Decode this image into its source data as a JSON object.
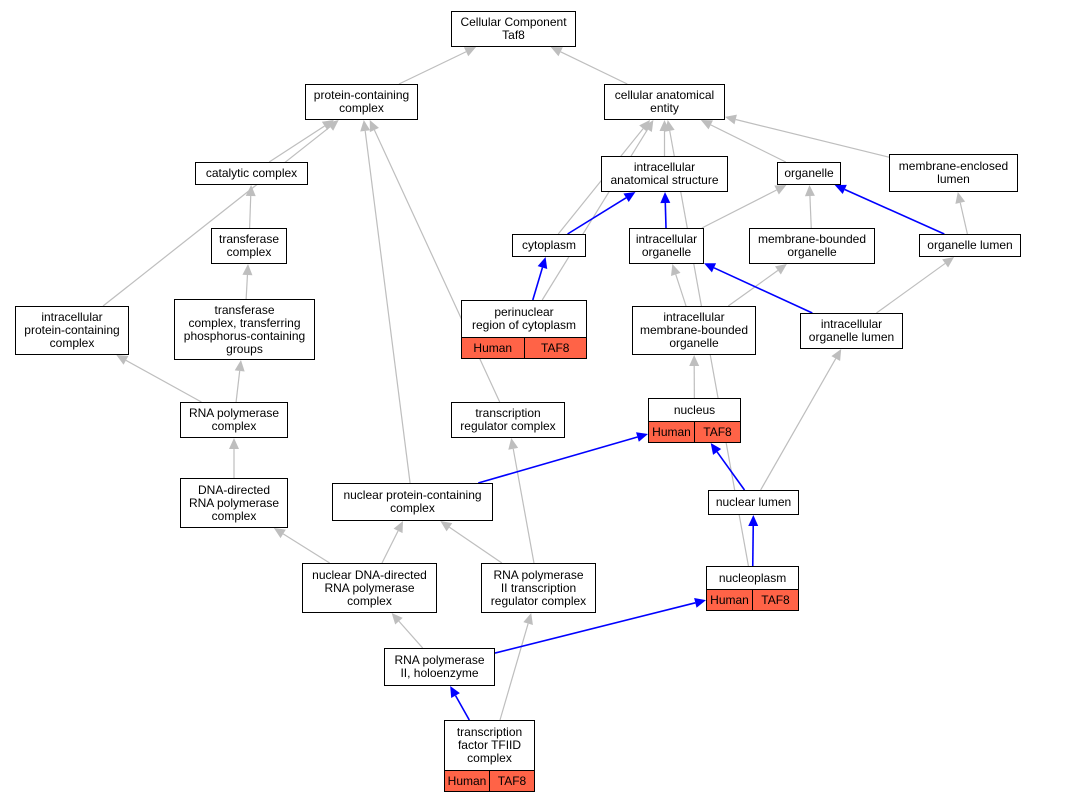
{
  "colors": {
    "edge_default": "#bebebe",
    "edge_highlight": "#0000ff",
    "annotation_fill": "#ff6347",
    "node_border": "#000000"
  },
  "nodes": {
    "root": {
      "lines": [
        "Cellular Component",
        "Taf8"
      ]
    },
    "protein_containing_complex": {
      "lines": [
        "protein-containing",
        "complex"
      ]
    },
    "cellular_anatomical_entity": {
      "lines": [
        "cellular anatomical",
        "entity"
      ]
    },
    "catalytic_complex": {
      "lines": [
        "catalytic complex"
      ]
    },
    "intracellular_anatomical_structure": {
      "lines": [
        "intracellular",
        "anatomical structure"
      ]
    },
    "organelle": {
      "lines": [
        "organelle"
      ]
    },
    "membrane_enclosed_lumen": {
      "lines": [
        "membrane-enclosed",
        "lumen"
      ]
    },
    "transferase_complex": {
      "lines": [
        "transferase",
        "complex"
      ]
    },
    "cytoplasm": {
      "lines": [
        "cytoplasm"
      ]
    },
    "intracellular_organelle": {
      "lines": [
        "intracellular",
        "organelle"
      ]
    },
    "membrane_bounded_organelle": {
      "lines": [
        "membrane-bounded",
        "organelle"
      ]
    },
    "organelle_lumen": {
      "lines": [
        "organelle lumen"
      ]
    },
    "transferase_complex_phospho": {
      "lines": [
        "transferase",
        "complex, transferring",
        "phosphorus-containing",
        "groups"
      ]
    },
    "intracellular_protein_containing_complex": {
      "lines": [
        "intracellular",
        "protein-containing",
        "complex"
      ]
    },
    "perinuclear_region": {
      "lines": [
        "perinuclear",
        "region of cytoplasm"
      ],
      "annotation": [
        "Human",
        "TAF8"
      ]
    },
    "intracellular_membrane_bounded_organelle": {
      "lines": [
        "intracellular",
        "membrane-bounded",
        "organelle"
      ]
    },
    "intracellular_organelle_lumen": {
      "lines": [
        "intracellular",
        "organelle lumen"
      ]
    },
    "rna_polymerase_complex": {
      "lines": [
        "RNA polymerase",
        "complex"
      ]
    },
    "transcription_regulator_complex": {
      "lines": [
        "transcription",
        "regulator complex"
      ]
    },
    "nucleus": {
      "lines": [
        "nucleus"
      ],
      "annotation": [
        "Human",
        "TAF8"
      ]
    },
    "dna_directed_rna_polymerase_complex": {
      "lines": [
        "DNA-directed",
        "RNA polymerase",
        "complex"
      ]
    },
    "nuclear_protein_containing_complex": {
      "lines": [
        "nuclear protein-containing",
        "complex"
      ]
    },
    "nuclear_lumen": {
      "lines": [
        "nuclear lumen"
      ]
    },
    "nuclear_dna_directed_rna_polymerase_complex": {
      "lines": [
        "nuclear DNA-directed",
        "RNA polymerase",
        "complex"
      ]
    },
    "rna_pol_ii_transcription_regulator_complex": {
      "lines": [
        "RNA polymerase",
        "II transcription",
        "regulator complex"
      ]
    },
    "nucleoplasm": {
      "lines": [
        "nucleoplasm"
      ],
      "annotation": [
        "Human",
        "TAF8"
      ]
    },
    "rna_polymerase_ii_holoenzyme": {
      "lines": [
        "RNA polymerase",
        "II, holoenzyme"
      ]
    },
    "tfiid": {
      "lines": [
        "transcription",
        "factor TFIID",
        "complex"
      ],
      "annotation": [
        "Human",
        "TAF8"
      ]
    }
  },
  "edges": [
    {
      "from": "protein_containing_complex",
      "to": "root",
      "highlight": false
    },
    {
      "from": "cellular_anatomical_entity",
      "to": "root",
      "highlight": false
    },
    {
      "from": "catalytic_complex",
      "to": "protein_containing_complex",
      "highlight": false
    },
    {
      "from": "intracellular_protein_containing_complex",
      "to": "protein_containing_complex",
      "highlight": false
    },
    {
      "from": "transcription_regulator_complex",
      "to": "protein_containing_complex",
      "highlight": false
    },
    {
      "from": "nuclear_protein_containing_complex",
      "to": "protein_containing_complex",
      "highlight": false
    },
    {
      "from": "transferase_complex",
      "to": "catalytic_complex",
      "highlight": false
    },
    {
      "from": "transferase_complex_phospho",
      "to": "transferase_complex",
      "highlight": false
    },
    {
      "from": "rna_polymerase_complex",
      "to": "transferase_complex_phospho",
      "highlight": false
    },
    {
      "from": "rna_polymerase_complex",
      "to": "intracellular_protein_containing_complex",
      "highlight": false
    },
    {
      "from": "dna_directed_rna_polymerase_complex",
      "to": "rna_polymerase_complex",
      "highlight": false
    },
    {
      "from": "nuclear_dna_directed_rna_polymerase_complex",
      "to": "dna_directed_rna_polymerase_complex",
      "highlight": false
    },
    {
      "from": "nuclear_dna_directed_rna_polymerase_complex",
      "to": "nuclear_protein_containing_complex",
      "highlight": false
    },
    {
      "from": "rna_pol_ii_transcription_regulator_complex",
      "to": "nuclear_protein_containing_complex",
      "highlight": false
    },
    {
      "from": "rna_pol_ii_transcription_regulator_complex",
      "to": "transcription_regulator_complex",
      "highlight": false
    },
    {
      "from": "rna_polymerase_ii_holoenzyme",
      "to": "nuclear_dna_directed_rna_polymerase_complex",
      "highlight": false
    },
    {
      "from": "tfiid",
      "to": "rna_pol_ii_transcription_regulator_complex",
      "highlight": false
    },
    {
      "from": "intracellular_anatomical_structure",
      "to": "cellular_anatomical_entity",
      "highlight": false
    },
    {
      "from": "organelle",
      "to": "cellular_anatomical_entity",
      "highlight": false
    },
    {
      "from": "membrane_enclosed_lumen",
      "to": "cellular_anatomical_entity",
      "highlight": false
    },
    {
      "from": "cytoplasm",
      "to": "cellular_anatomical_entity",
      "highlight": false
    },
    {
      "from": "perinuclear_region",
      "to": "cellular_anatomical_entity",
      "highlight": false
    },
    {
      "from": "nucleoplasm",
      "to": "cellular_anatomical_entity",
      "highlight": false
    },
    {
      "from": "intracellular_organelle",
      "to": "organelle",
      "highlight": false
    },
    {
      "from": "membrane_bounded_organelle",
      "to": "organelle",
      "highlight": false
    },
    {
      "from": "organelle_lumen",
      "to": "membrane_enclosed_lumen",
      "highlight": false
    },
    {
      "from": "intracellular_membrane_bounded_organelle",
      "to": "intracellular_organelle",
      "highlight": false
    },
    {
      "from": "intracellular_membrane_bounded_organelle",
      "to": "membrane_bounded_organelle",
      "highlight": false
    },
    {
      "from": "intracellular_organelle_lumen",
      "to": "organelle_lumen",
      "highlight": false
    },
    {
      "from": "nucleus",
      "to": "intracellular_membrane_bounded_organelle",
      "highlight": false
    },
    {
      "from": "nuclear_lumen",
      "to": "intracellular_organelle_lumen",
      "highlight": false
    },
    {
      "from": "cytoplasm",
      "to": "intracellular_anatomical_structure",
      "highlight": true
    },
    {
      "from": "intracellular_organelle",
      "to": "intracellular_anatomical_structure",
      "highlight": true
    },
    {
      "from": "organelle_lumen",
      "to": "organelle",
      "highlight": true
    },
    {
      "from": "intracellular_organelle_lumen",
      "to": "intracellular_organelle",
      "highlight": true
    },
    {
      "from": "perinuclear_region",
      "to": "cytoplasm",
      "highlight": true
    },
    {
      "from": "nuclear_protein_containing_complex",
      "to": "nucleus",
      "highlight": true
    },
    {
      "from": "nuclear_lumen",
      "to": "nucleus",
      "highlight": true
    },
    {
      "from": "nucleoplasm",
      "to": "nuclear_lumen",
      "highlight": true
    },
    {
      "from": "rna_polymerase_ii_holoenzyme",
      "to": "nucleoplasm",
      "highlight": true
    },
    {
      "from": "tfiid",
      "to": "rna_polymerase_ii_holoenzyme",
      "highlight": true
    }
  ]
}
